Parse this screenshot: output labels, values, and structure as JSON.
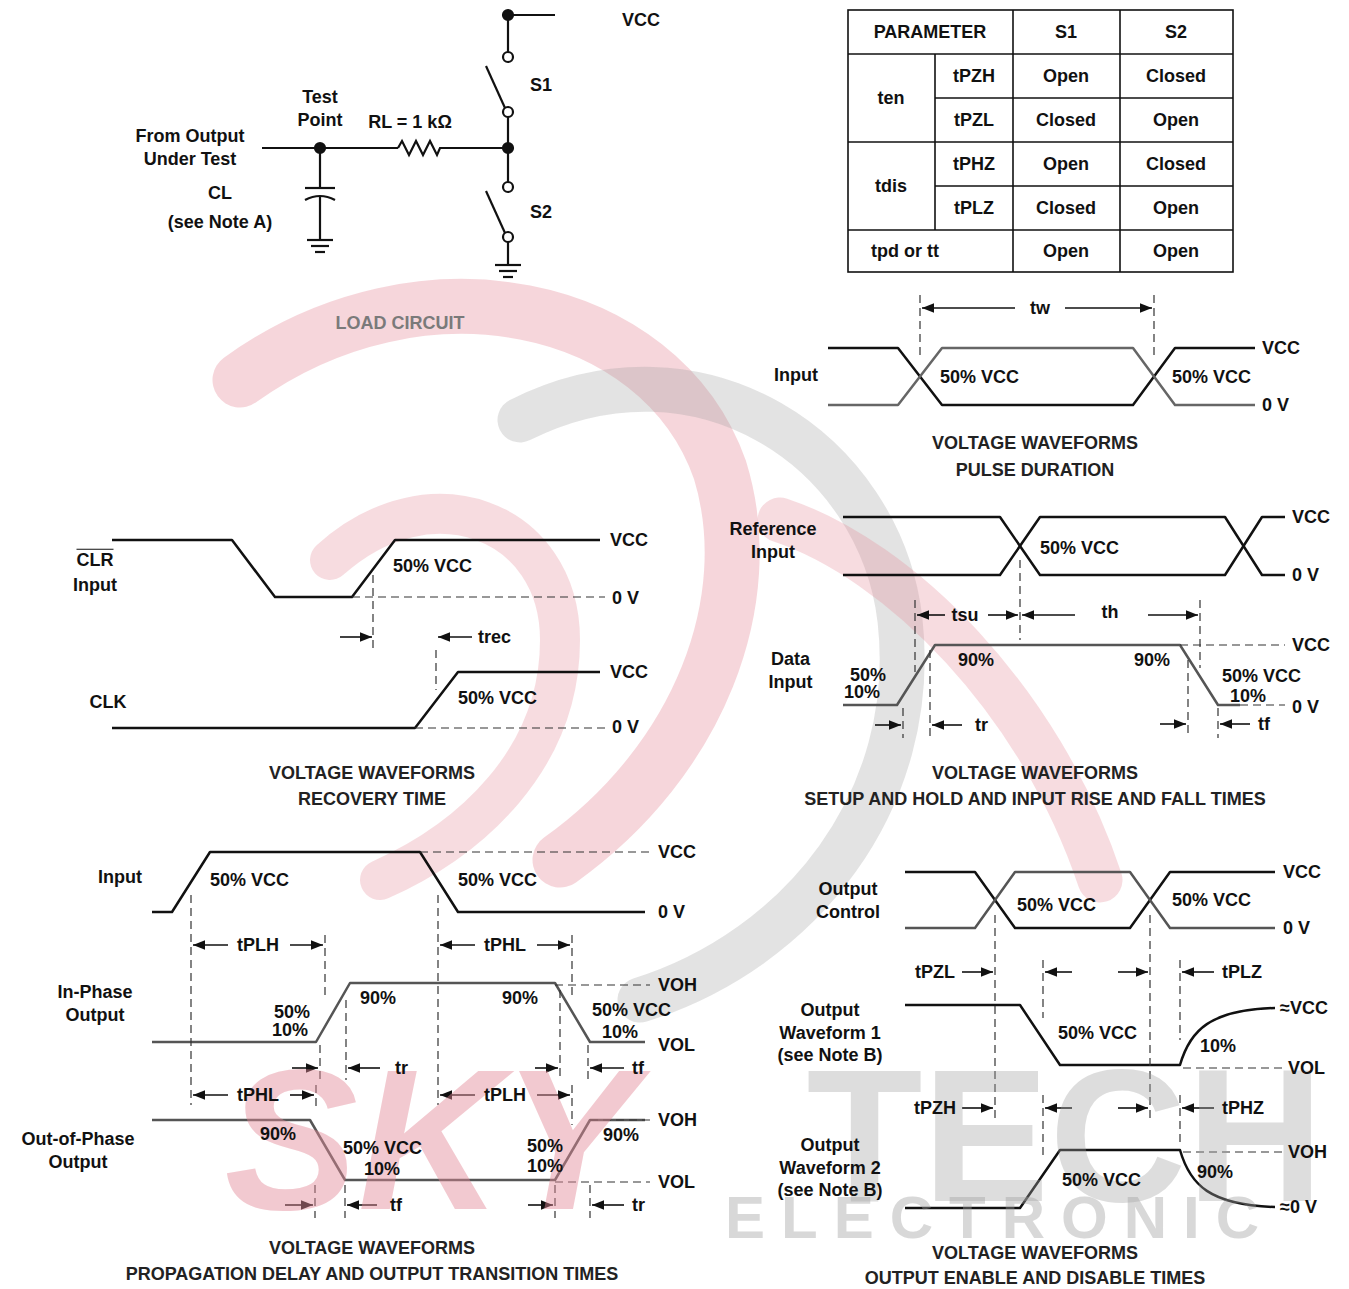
{
  "diagram": {
    "labels": [
      "VCC",
      "S1",
      "Test Point",
      "RL = 1 kΩ",
      "From Output Under Test",
      "CL",
      "(see Note A)",
      "S2",
      "LOAD CIRCUIT",
      "PARAMETER",
      "S1",
      "S2",
      "ten",
      "tPZH",
      "Open",
      "Closed",
      "tPZL",
      "Closed",
      "Open",
      "tdis",
      "tPHZ",
      "Open",
      "Closed",
      "tPLZ",
      "Closed",
      "Open",
      "tpd or tt",
      "Open",
      "Open",
      "tw",
      "Input",
      "50% VCC",
      "50% VCC",
      "VCC",
      "0 V",
      "VOLTAGE WAVEFORMS",
      "PULSE DURATION",
      "CLR",
      "Input",
      "50% VCC",
      "VCC",
      "0 V",
      "trec",
      "CLK",
      "50% VCC",
      "VCC",
      "0 V",
      "VOLTAGE WAVEFORMS",
      "RECOVERY TIME",
      "Reference Input",
      "50% VCC",
      "VCC",
      "0 V",
      "tsu",
      "th",
      "Data Input",
      "50%",
      "10%",
      "90%",
      "90%",
      "VCC",
      "50% VCC",
      "10%",
      "0 V",
      "tr",
      "tf",
      "VOLTAGE WAVEFORMS",
      "SETUP AND HOLD AND INPUT RISE AND FALL TIMES",
      "Input",
      "50% VCC",
      "50% VCC",
      "VCC",
      "0 V",
      "tPLH",
      "tPHL",
      "In-Phase Output",
      "90%",
      "90%",
      "VOH",
      "50%",
      "10%",
      "50% VCC",
      "10%",
      "VOL",
      "tr",
      "tf",
      "tPHL",
      "tPLH",
      "Out-of-Phase Output",
      "90%",
      "VOH",
      "50% VCC",
      "10%",
      "50%",
      "10%",
      "90%",
      "VOL",
      "tf",
      "tr",
      "VOLTAGE WAVEFORMS",
      "PROPAGATION DELAY AND OUTPUT TRANSITION TIMES",
      "Output Control",
      "50% VCC",
      "50% VCC",
      "VCC",
      "0 V",
      "tPZL",
      "tPLZ",
      "Output Waveform 1 (see Note B)",
      "≈VCC",
      "50% VCC",
      "10%",
      "VOL",
      "tPZH",
      "tPHZ",
      "Output Waveform 2 (see Note B)",
      "VOH",
      "50% VCC",
      "90%",
      "≈0 V",
      "VOLTAGE WAVEFORMS",
      "OUTPUT ENABLE AND DISABLE TIMES",
      "SKY",
      "TECH",
      "ELECTRONIC"
    ]
  }
}
